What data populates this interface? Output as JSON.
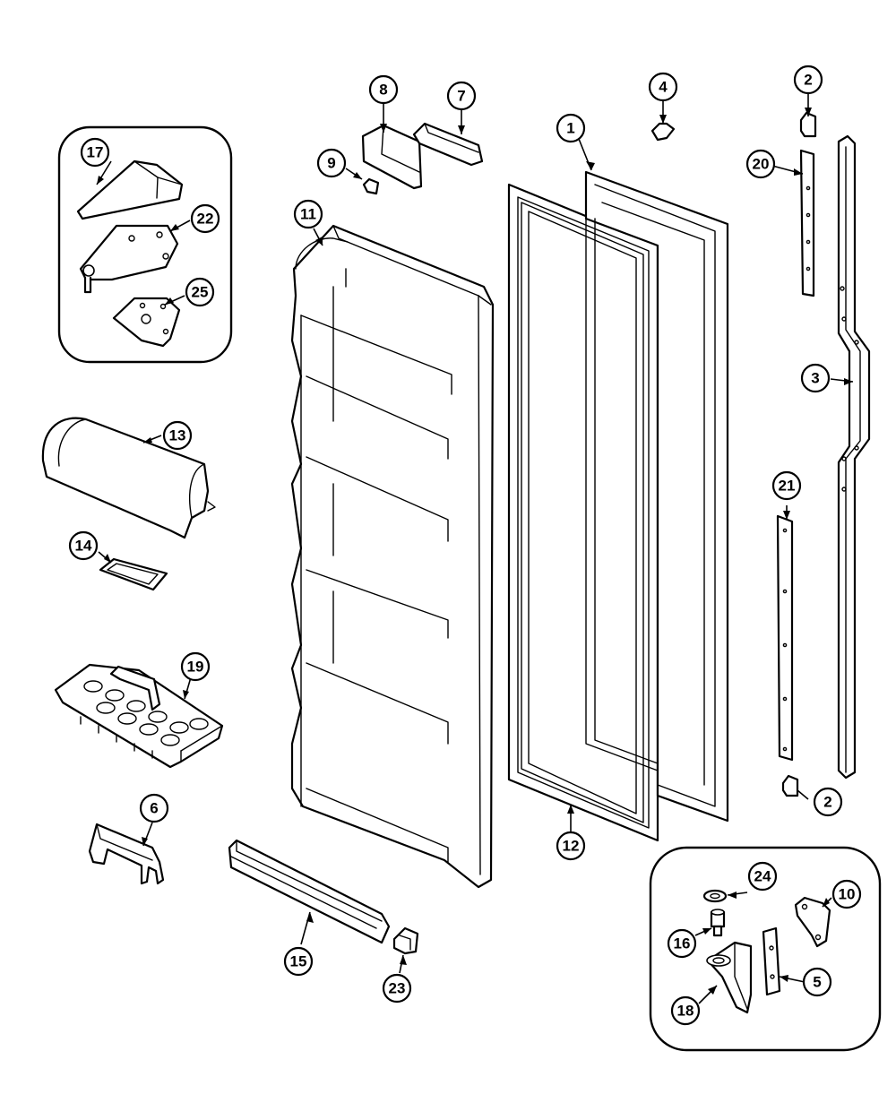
{
  "callouts": {
    "c1": "1",
    "c2a": "2",
    "c2b": "2",
    "c3": "3",
    "c4": "4",
    "c5": "5",
    "c6": "6",
    "c7": "7",
    "c8": "8",
    "c9": "9",
    "c10": "10",
    "c11": "11",
    "c12": "12",
    "c13": "13",
    "c14": "14",
    "c15": "15",
    "c16": "16",
    "c17": "17",
    "c18": "18",
    "c19": "19",
    "c20": "20",
    "c21": "21",
    "c22": "22",
    "c23": "23",
    "c24": "24",
    "c25": "25"
  }
}
